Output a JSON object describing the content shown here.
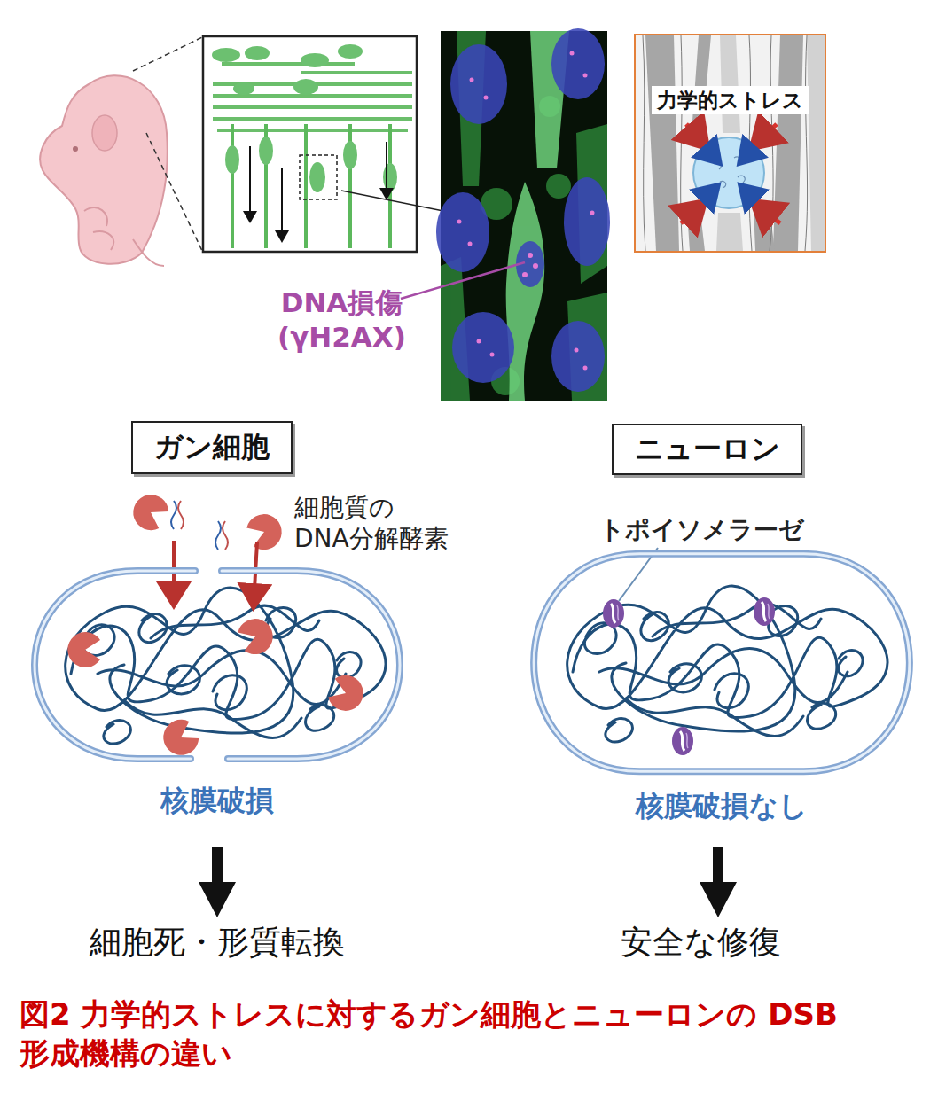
{
  "diagram": {
    "caption": "図2 力学的ストレスに対するガン細胞とニューロンの DSB 形成機構の違い",
    "nodes": [
      {
        "text": [
          "力学的ストレス"
        ]
      },
      {
        "text": [
          "ガン細胞"
        ]
      },
      {
        "text": [
          "ニューロン"
        ]
      },
      {
        "text": [
          "核膜破損"
        ]
      },
      {
        "text": [
          "核膜破損なし"
        ]
      }
    ],
    "labels": [
      "DNA損傷 (γH2AX)",
      "細胞質の DNA分解酵素",
      "トポイソメラーゼ",
      "細胞死・形質転換",
      "安全な修復"
    ]
  }
}
